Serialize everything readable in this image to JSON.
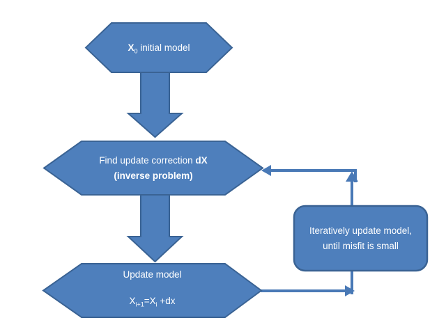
{
  "theme": {
    "background": "#ffffff",
    "shape_fill": "#4e7fbc",
    "shape_border": "#3a6394",
    "connector_color": "#4979b6",
    "text_color": "#ffffff"
  },
  "nodes": {
    "initial_model": {
      "var": "X",
      "var_sub": "0",
      "rest": " initial model"
    },
    "find_correction": {
      "line1_text": "Find update correction ",
      "line1_bold": "dX",
      "line2": "(inverse problem)"
    },
    "update_model": {
      "title": "Update model",
      "formula": {
        "t1": "X",
        "s1": "i+1",
        "t2": "=X",
        "s2": "i",
        "t3": " +dx"
      }
    },
    "feedback_note": {
      "line1": "Iteratively update model,",
      "line2": "until misfit is small"
    }
  }
}
